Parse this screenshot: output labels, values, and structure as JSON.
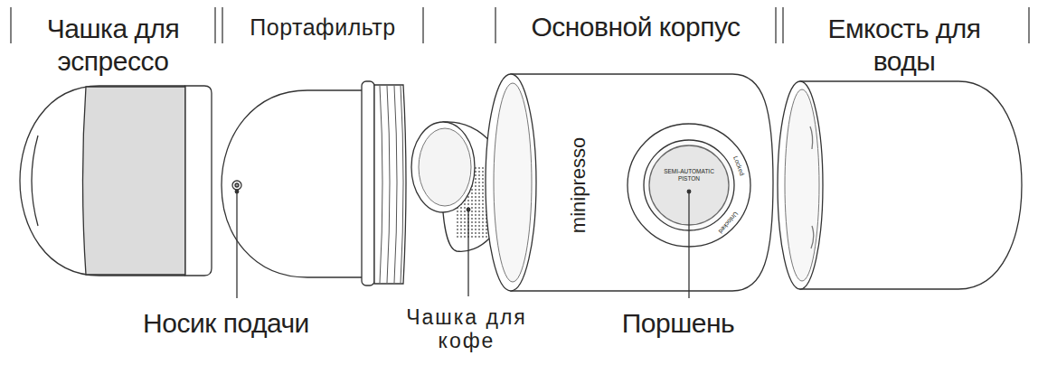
{
  "diagram": {
    "labels": [
      "Чашка для эспрессо",
      "Портафильтр",
      "Основной корпус",
      "Емкость для воды",
      "Носик подачи",
      "Чашка для кофе",
      "Поршень",
      "minipresso",
      "SEMI-AUTOMATIC PISTON",
      "Locked",
      "Unlocked"
    ]
  }
}
